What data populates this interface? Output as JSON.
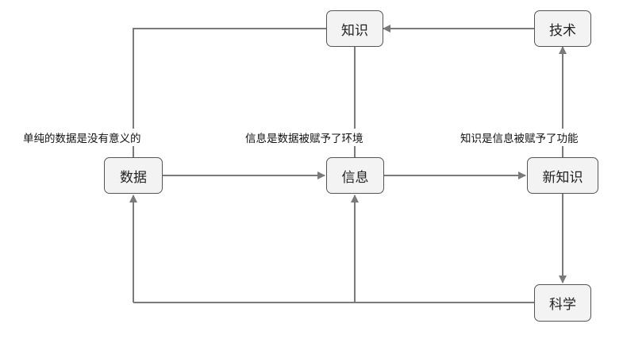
{
  "nodes": {
    "zhishi": "知识",
    "jishu": "技术",
    "shuju": "数据",
    "xinxi": "信息",
    "xinzhishi": "新知识",
    "kexue": "科学"
  },
  "labels": {
    "shuju": "单纯的数据是没有意义的",
    "xinxi": "信息是数据被赋予了环境",
    "zhishi": "知识是信息被赋予了功能"
  },
  "colors": {
    "line": "#7a7a7a",
    "node_fill": "#f3f3f3",
    "node_border": "#555555"
  }
}
